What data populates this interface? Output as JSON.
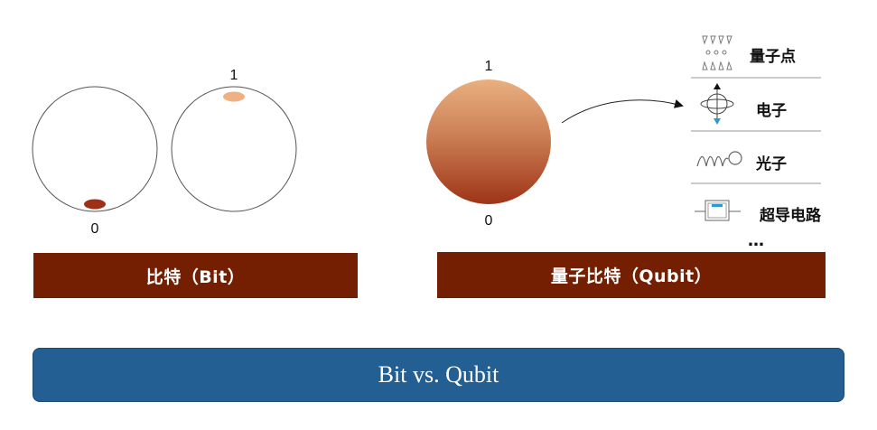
{
  "bit": {
    "state0_label": "0",
    "state1_label": "1",
    "caption": "比特（Bit）"
  },
  "qubit": {
    "top_label": "1",
    "bottom_label": "0",
    "caption": "量子比特（Qubit）"
  },
  "implementations": {
    "items": [
      {
        "label": "量子点",
        "icon": "quantum-dot-icon"
      },
      {
        "label": "电子",
        "icon": "electron-icon"
      },
      {
        "label": "光子",
        "icon": "photon-icon"
      },
      {
        "label": "超导电路",
        "icon": "superconducting-circuit-icon"
      }
    ],
    "more": "…"
  },
  "footer": {
    "title": "Bit vs. Qubit"
  },
  "colors": {
    "bar": "#741f02",
    "footer": "#235f92",
    "dot_state0": "#9e3018",
    "dot_state1": "#eeb183",
    "sphere_top": "#e7ac7c",
    "sphere_bottom": "#a23c1d",
    "electron_spin_up": "#111111",
    "electron_spin_down": "#2a9ad6"
  }
}
